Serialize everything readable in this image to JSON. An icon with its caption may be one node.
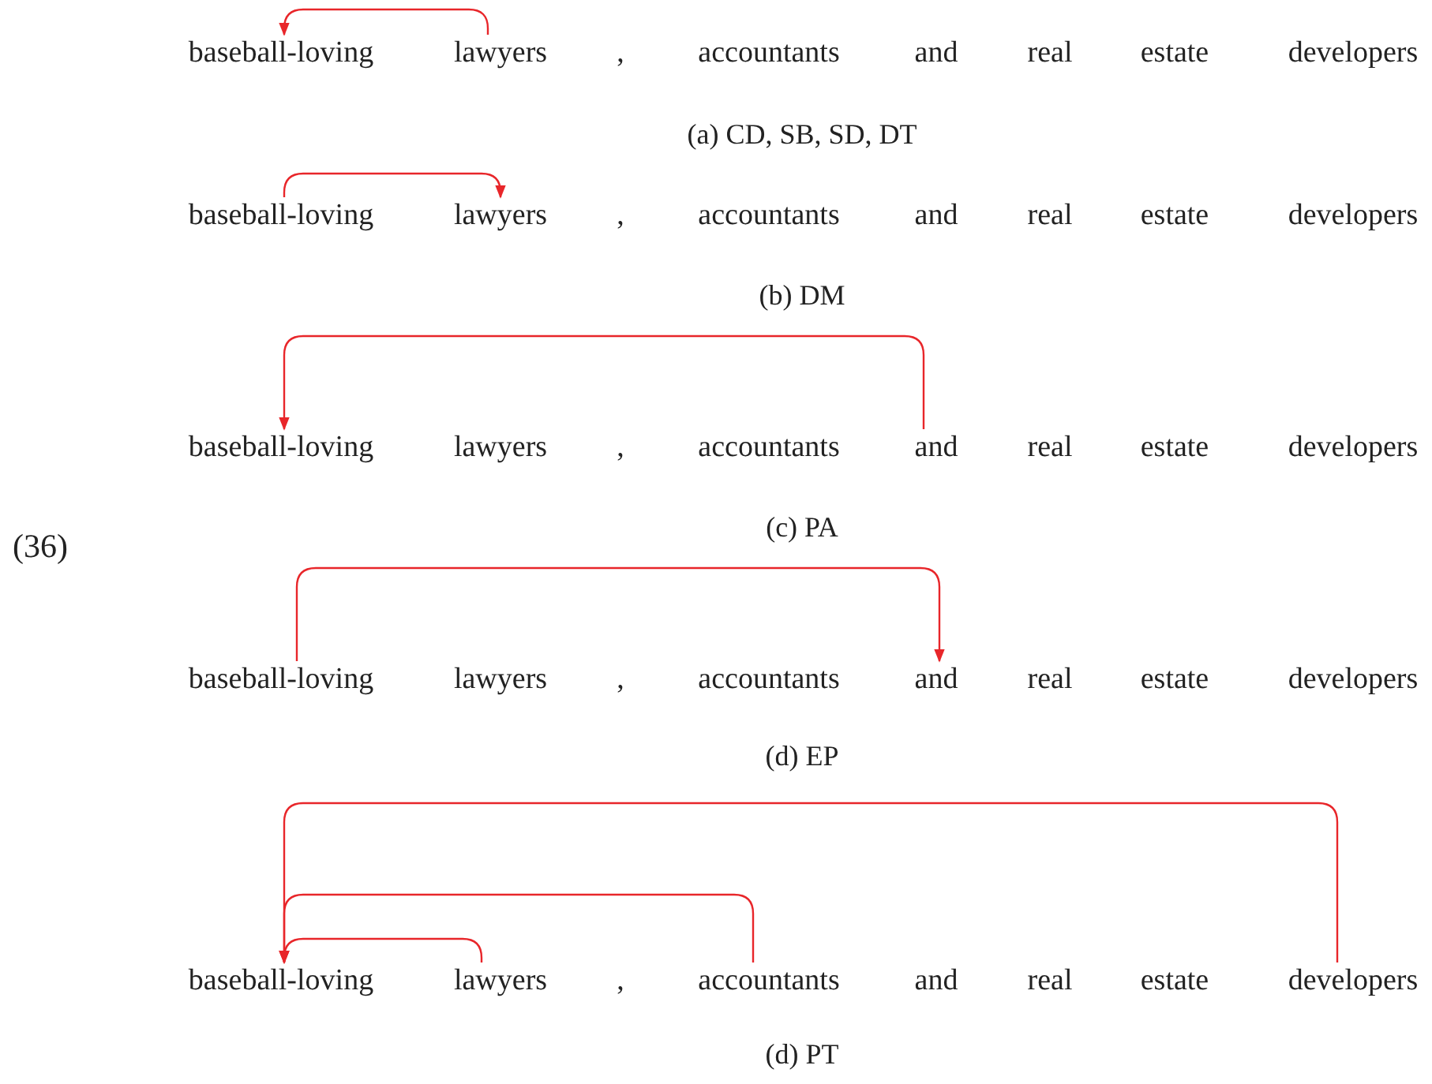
{
  "diagram": {
    "nodes": [
      {
        "text": [
          "baseball-loving"
        ]
      },
      {
        "text": [
          "lawyers"
        ]
      },
      {
        "text": [
          ","
        ]
      },
      {
        "text": [
          "accountants"
        ]
      },
      {
        "text": [
          "and"
        ]
      },
      {
        "text": [
          "real"
        ]
      },
      {
        "text": [
          "estate"
        ]
      },
      {
        "text": [
          "developers"
        ]
      },
      {
        "text": [
          "baseball-loving"
        ]
      },
      {
        "text": [
          "lawyers"
        ]
      },
      {
        "text": [
          ","
        ]
      },
      {
        "text": [
          "accountants"
        ]
      },
      {
        "text": [
          "and"
        ]
      },
      {
        "text": [
          "real"
        ]
      },
      {
        "text": [
          "estate"
        ]
      },
      {
        "text": [
          "developers"
        ]
      },
      {
        "text": [
          "baseball-loving"
        ]
      },
      {
        "text": [
          "lawyers"
        ]
      },
      {
        "text": [
          ","
        ]
      },
      {
        "text": [
          "accountants"
        ]
      },
      {
        "text": [
          "and"
        ]
      },
      {
        "text": [
          "real"
        ]
      },
      {
        "text": [
          "estate"
        ]
      },
      {
        "text": [
          "developers"
        ]
      },
      {
        "text": [
          "baseball-loving"
        ]
      },
      {
        "text": [
          "lawyers"
        ]
      },
      {
        "text": [
          ","
        ]
      },
      {
        "text": [
          "accountants"
        ]
      },
      {
        "text": [
          "and"
        ]
      },
      {
        "text": [
          "real"
        ]
      },
      {
        "text": [
          "estate"
        ]
      },
      {
        "text": [
          "developers"
        ]
      },
      {
        "text": [
          "baseball-loving"
        ]
      },
      {
        "text": [
          "lawyers"
        ]
      },
      {
        "text": [
          ","
        ]
      },
      {
        "text": [
          "accountants"
        ]
      },
      {
        "text": [
          "and"
        ]
      },
      {
        "text": [
          "real"
        ]
      },
      {
        "text": [
          "estate"
        ]
      },
      {
        "text": [
          "developers"
        ]
      }
    ],
    "edges": [
      {
        "from": 1,
        "to": 0,
        "arrow": "to"
      },
      {
        "from": 8,
        "to": 9,
        "arrow": "to"
      },
      {
        "from": 20,
        "to": 16,
        "arrow": "to"
      },
      {
        "from": 24,
        "to": 28,
        "arrow": "to"
      },
      {
        "from": 33,
        "to": 32,
        "arrow": "to"
      },
      {
        "from": 35,
        "to": 32,
        "arrow": "to"
      },
      {
        "from": 39,
        "to": 32,
        "arrow": "to"
      }
    ],
    "labels": [
      "(a) CD, SB, SD, DT",
      "(b) DM",
      "(36)",
      "(c) PA",
      "(d) EP",
      "(d) PT"
    ]
  }
}
